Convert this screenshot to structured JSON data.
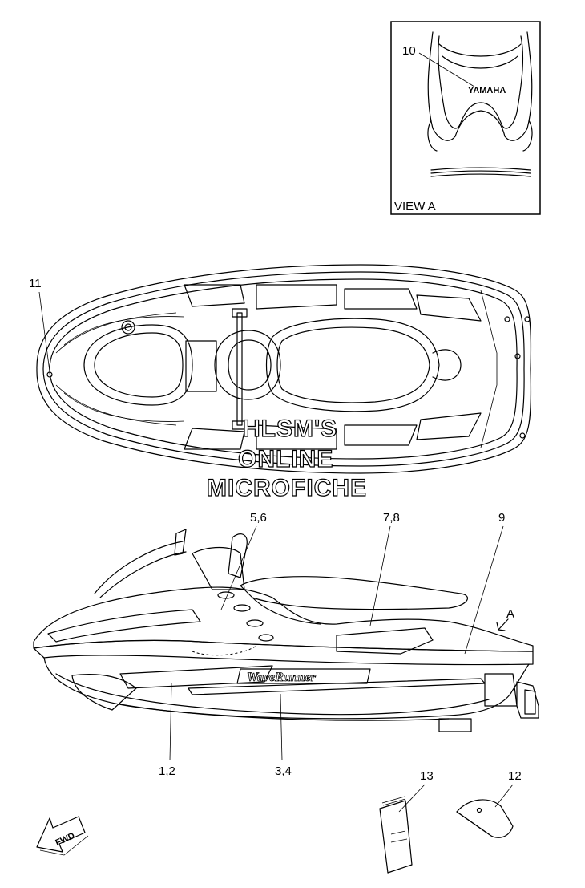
{
  "view_a": {
    "label": "VIEW A",
    "logo_text": "YAMAHA"
  },
  "callouts": {
    "c10": "10",
    "c11": "11",
    "c56": "5,6",
    "c78": "7,8",
    "c9": "9",
    "c12": "1,2",
    "c34": "3,4",
    "c13": "13",
    "c12b": "12",
    "arrow_a": "A"
  },
  "decal_text": "WaveRunner",
  "fwd_text": "FWD",
  "watermark": {
    "line1": "HLSM'S",
    "line2": "ONLINE",
    "line3": "MICROFICHE"
  }
}
